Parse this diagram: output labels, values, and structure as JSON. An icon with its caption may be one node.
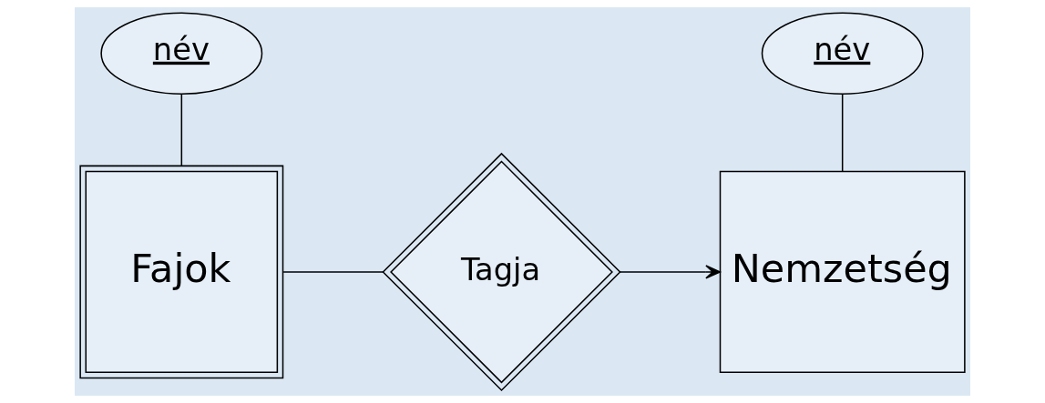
{
  "diagram": {
    "nodes": [
      {
        "text": [
          "név"
        ]
      },
      {
        "text": [
          "Fajok"
        ]
      },
      {
        "text": [
          "Tagja"
        ]
      },
      {
        "text": [
          "név"
        ]
      },
      {
        "text": [
          "Nemzetség"
        ]
      }
    ],
    "edges": [
      {
        "from": 0,
        "to": 1,
        "arrow": "none"
      },
      {
        "from": 1,
        "to": 2,
        "arrow": "none"
      },
      {
        "from": 2,
        "to": 4,
        "arrow": "to"
      },
      {
        "from": 3,
        "to": 4,
        "arrow": "none"
      }
    ]
  }
}
